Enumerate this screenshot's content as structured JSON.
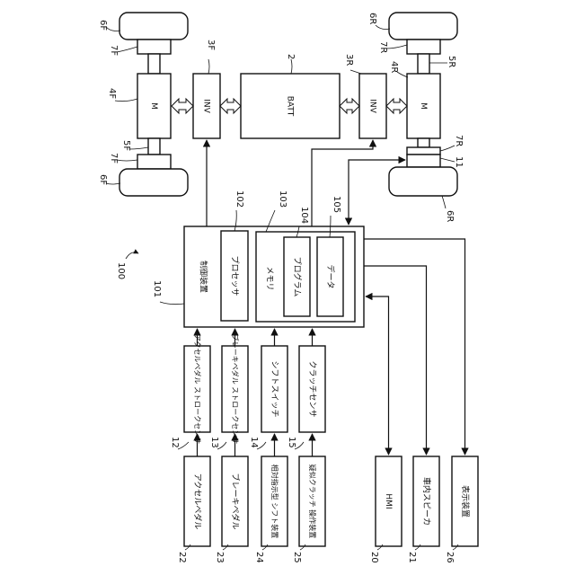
{
  "diagram": {
    "ref_system": "100",
    "controller": {
      "ref": "101",
      "label": "制御装置"
    },
    "processor": {
      "ref": "102",
      "label": "プロセッサ"
    },
    "memory": {
      "ref": "103",
      "label": "メモリ"
    },
    "program": {
      "ref": "104",
      "label": "プログラム"
    },
    "data_block": {
      "ref": "105",
      "label": "データ"
    },
    "battery": {
      "ref": "2",
      "label": "BATT"
    },
    "inverter_front": {
      "ref": "3F",
      "label": "INV"
    },
    "inverter_rear": {
      "ref": "3R",
      "label": "INV"
    },
    "motor_front": {
      "ref": "4F",
      "label": "M"
    },
    "motor_rear": {
      "ref": "4R",
      "label": "M"
    },
    "wheel_refs": {
      "front": "6F",
      "rear": "6R"
    },
    "hub_refs": {
      "front": "7F",
      "rear": "7R"
    },
    "axle_refs": {
      "front": "5F",
      "rear": "5R"
    },
    "rear_sensor_ref": "11",
    "sensors": [
      {
        "ref": "12",
        "label": "アクセルペダル ストロークセンサ"
      },
      {
        "ref": "13",
        "label": "ブレーキペダル ストロークセンサ"
      },
      {
        "ref": "14",
        "label": "シフトスイッチ"
      },
      {
        "ref": "15",
        "label": "クラッチセンサ"
      }
    ],
    "inputs": [
      {
        "ref": "22",
        "label": "アクセルペダル"
      },
      {
        "ref": "23",
        "label": "ブレーキペダル"
      },
      {
        "ref": "24",
        "label": "相対指示型 シフト装置"
      },
      {
        "ref": "25",
        "label": "疑似クラッチ 操作装置"
      }
    ],
    "outputs": [
      {
        "ref": "20",
        "label": "HMI"
      },
      {
        "ref": "21",
        "label": "車内スピーカ"
      },
      {
        "ref": "26",
        "label": "表示装置"
      }
    ]
  }
}
